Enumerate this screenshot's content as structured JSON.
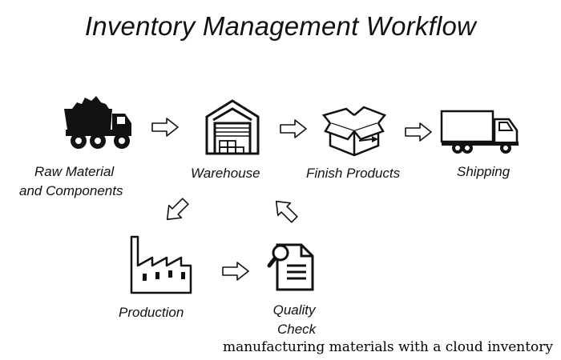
{
  "title": "Inventory Management Workflow",
  "nodes": {
    "raw": {
      "line1": "Raw Material",
      "line2": "and Components",
      "icon": "dump-truck-icon"
    },
    "warehouse": {
      "label": "Warehouse",
      "icon": "warehouse-icon"
    },
    "finish": {
      "label": "Finish Products",
      "icon": "open-box-icon"
    },
    "shipping": {
      "label": "Shipping",
      "icon": "delivery-truck-icon"
    },
    "production": {
      "label": "Production",
      "icon": "factory-icon"
    },
    "quality": {
      "line1": "Quality",
      "line2": "Check",
      "icon": "document-magnifier-icon"
    }
  },
  "caption": "manufacturing materials with a cloud inventory"
}
